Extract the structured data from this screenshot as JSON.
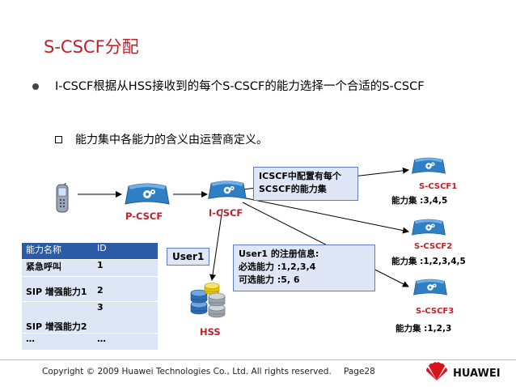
{
  "title": "S-CSCF分配",
  "bullet_main": "I-CSCF根据从HSS接收到的每个S-CSCF的能力选择一个合适的S-CSCF",
  "bullet_sub": "能力集中各能力的含义由运营商定义。",
  "diagram": {
    "pcscf_label": "P-CSCF",
    "icscf_label": "I-CSCF",
    "hss_label": "HSS",
    "icscf_note": [
      "ICSCF中配置有每个",
      "SCSCF的能力集"
    ],
    "user1_label": "User1",
    "user1_note": [
      "User1 的注册信息:",
      "必选能力 :1,2,3,4",
      "可选能力 :5, 6"
    ],
    "scscf": [
      {
        "name": "S-CSCF1",
        "caps": "能力集 :3,4,5"
      },
      {
        "name": "S-CSCF2",
        "caps": "能力集 :1,2,3,4,5"
      },
      {
        "name": "S-CSCF3",
        "caps": "能力集 :1,2,3"
      }
    ]
  },
  "table": {
    "headers": [
      "能力名称",
      "ID"
    ],
    "rows": [
      [
        "紧急呼叫",
        "1"
      ],
      [
        "SIP 增强能力1",
        "2"
      ],
      [
        "SIP 增强能力2",
        "3"
      ],
      [
        "…",
        "…"
      ]
    ]
  },
  "footer": {
    "copyright": "Copyright © 2009 Huawei Technologies Co., Ltd. All rights reserved.",
    "page": "Page28",
    "brand": "HUAWEI"
  },
  "colors": {
    "title": "#c0202a",
    "table_header": "#2b5ba6",
    "table_body": "#dde6f4",
    "note_box": "#dfe7f7",
    "router": "#2f7fc4"
  },
  "icons": [
    "phone-icon",
    "router-icon",
    "database-icon",
    "huawei-logo-icon"
  ]
}
